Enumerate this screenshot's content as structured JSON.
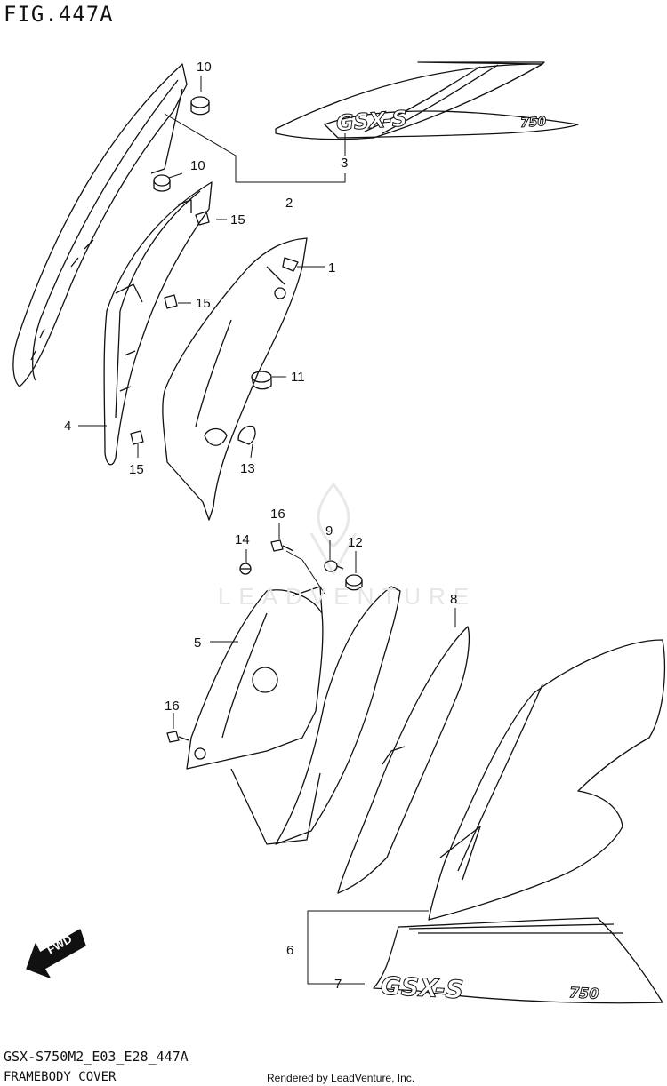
{
  "header": {
    "figure_title": "FIG.447A"
  },
  "footer": {
    "model_code": "GSX-S750M2_E03_E28_447A",
    "caption": "FRAMEBODY COVER",
    "credit": "Rendered by LeadVenture, Inc."
  },
  "watermark": {
    "text": "LEADVENTURE"
  },
  "decals": {
    "upper_brand": "GSX-S",
    "upper_model": "750",
    "lower_brand": "GSX-S",
    "lower_model": "750"
  },
  "fwd_arrow": {
    "label": "FWD"
  },
  "callouts": {
    "c1": "1",
    "c2": "2",
    "c3": "3",
    "c4": "4",
    "c5": "5",
    "c6": "6",
    "c7": "7",
    "c8": "8",
    "c9": "9",
    "c10a": "10",
    "c10b": "10",
    "c11": "11",
    "c12": "12",
    "c13": "13",
    "c14": "14",
    "c15a": "15",
    "c15b": "15",
    "c15c": "15",
    "c16a": "16",
    "c16b": "16"
  },
  "colors": {
    "line": "#111111",
    "paper": "#ffffff",
    "watermark": "#e6e6e6"
  }
}
